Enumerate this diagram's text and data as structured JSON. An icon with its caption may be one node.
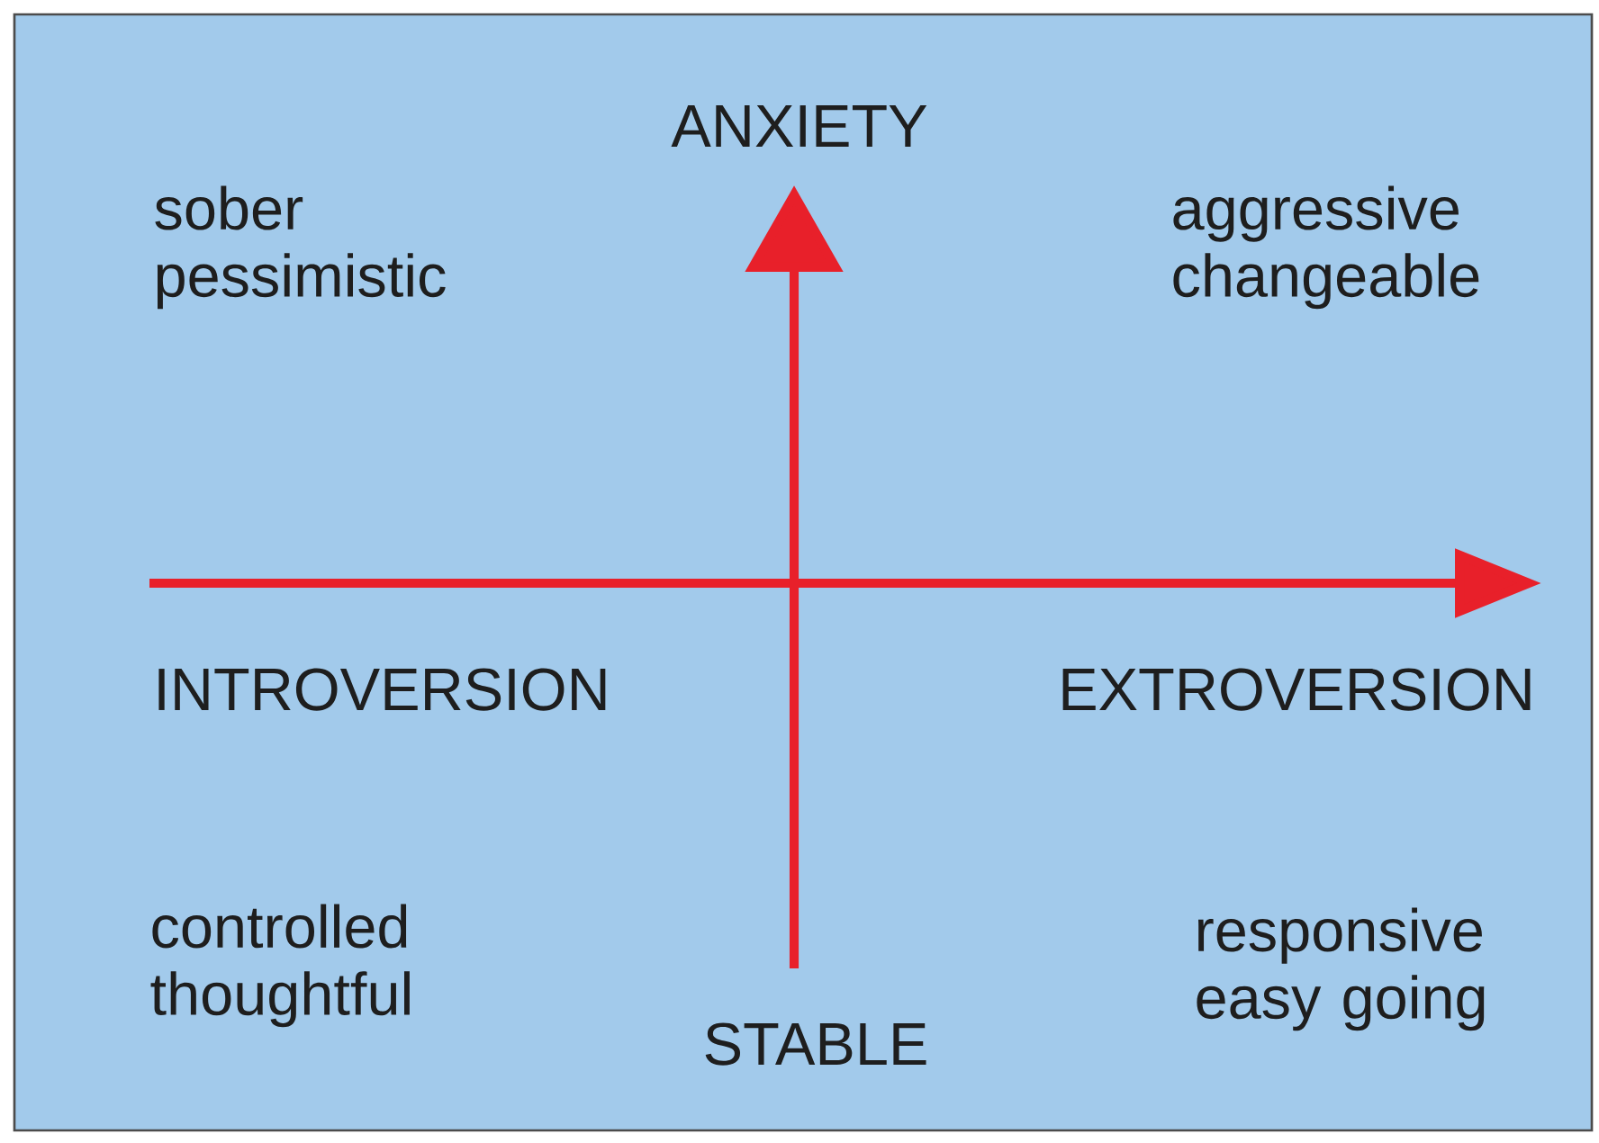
{
  "diagram": {
    "labels": [
      "ANXIETY",
      "sober pessimistic",
      "aggressive changeable",
      "INTROVERSION",
      "EXTROVERSION",
      "controlled thoughtful",
      "STABLE",
      "responsive easy going"
    ]
  }
}
